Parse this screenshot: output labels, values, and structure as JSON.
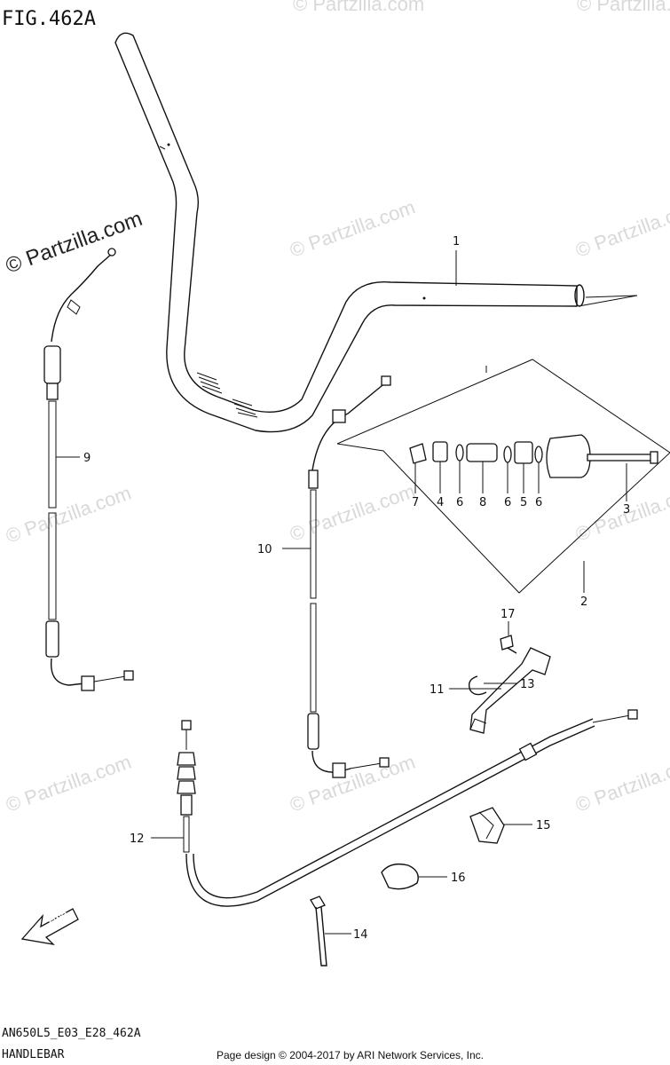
{
  "figure": {
    "title": "FIG.462A",
    "code": "AN650L5_E03_E28_462A",
    "section": "HANDLEBAR",
    "copyright": "Page design © 2004-2017 by ARI Network Services, Inc."
  },
  "watermarks": {
    "main": "© Partzilla.com",
    "repeat": "© Partzilla.com"
  },
  "fwd_label": "FWD",
  "callouts": [
    {
      "id": "callout-1",
      "label": "1"
    },
    {
      "id": "callout-2",
      "label": "2"
    },
    {
      "id": "callout-3",
      "label": "3"
    },
    {
      "id": "callout-4",
      "label": "4"
    },
    {
      "id": "callout-5",
      "label": "5"
    },
    {
      "id": "callout-6a",
      "label": "6"
    },
    {
      "id": "callout-6b",
      "label": "6"
    },
    {
      "id": "callout-6c",
      "label": "6"
    },
    {
      "id": "callout-7",
      "label": "7"
    },
    {
      "id": "callout-8",
      "label": "8"
    },
    {
      "id": "callout-9",
      "label": "9"
    },
    {
      "id": "callout-10",
      "label": "10"
    },
    {
      "id": "callout-11",
      "label": "11"
    },
    {
      "id": "callout-12",
      "label": "12"
    },
    {
      "id": "callout-13",
      "label": "13"
    },
    {
      "id": "callout-14",
      "label": "14"
    },
    {
      "id": "callout-15",
      "label": "15"
    },
    {
      "id": "callout-16",
      "label": "16"
    },
    {
      "id": "callout-17",
      "label": "17"
    }
  ]
}
